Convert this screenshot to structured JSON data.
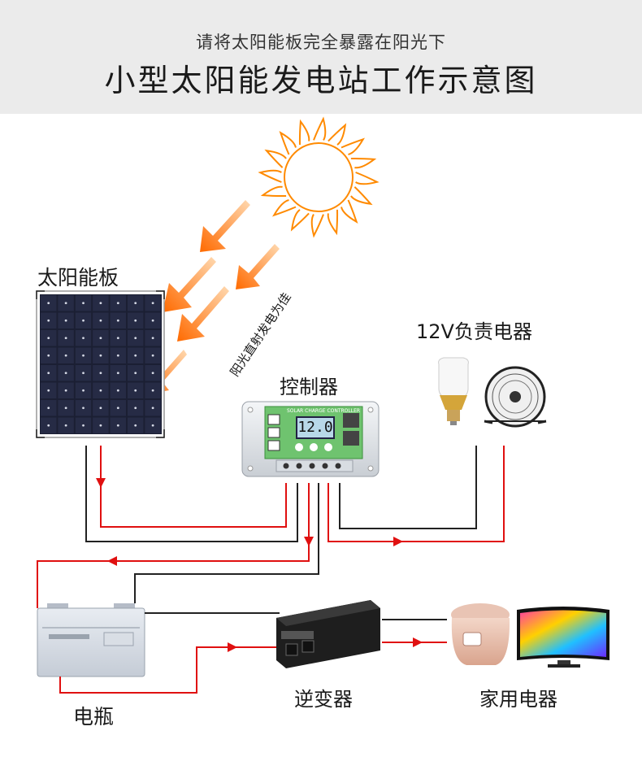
{
  "header": {
    "subtitle": "请将太阳能板完全暴露在阳光下",
    "title": "小型太阳能发电站工作示意图"
  },
  "labels": {
    "solar_panel": "太阳能板",
    "direct_sunlight": "阳光直射发电为佳",
    "controller": "控制器",
    "dc_loads": "12V负责电器",
    "inverter": "逆变器",
    "home_appliances": "家用电器",
    "battery": "电瓶"
  },
  "controller": {
    "brand_text": "SOLAR CHARGE CONTROLLER",
    "display_value": "12.0"
  },
  "colors": {
    "sun": "#ff8a00",
    "arrows": "#ff7a10",
    "positive_wire": "#e01010",
    "negative_wire": "#222222",
    "header_bg": "#ebebeb",
    "controller_green": "#6fc36f"
  },
  "icons": [
    "sun-icon",
    "solar-panel-icon",
    "controller-icon",
    "bulb-icon",
    "fan-icon",
    "battery-icon",
    "inverter-icon",
    "rice-cooker-icon",
    "tv-icon"
  ]
}
